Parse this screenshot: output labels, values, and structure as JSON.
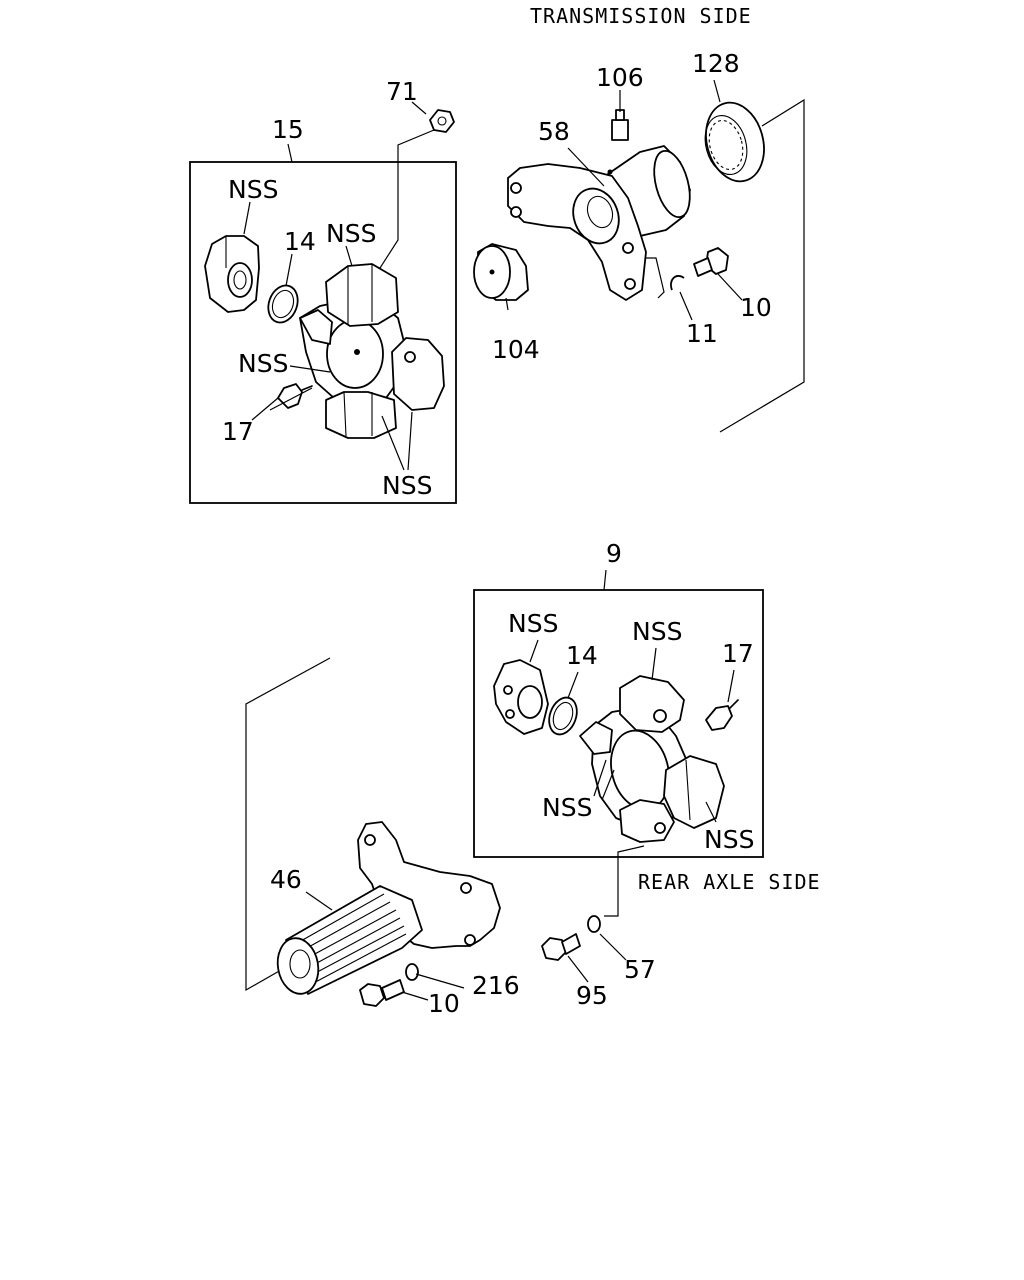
{
  "headings": {
    "top": "TRANSMISSION SIDE",
    "bottom": "REAR AXLE SIDE"
  },
  "labels": {
    "p15": "15",
    "p71": "71",
    "p106": "106",
    "p128": "128",
    "p58": "58",
    "p14_top": "14",
    "p17_top": "17",
    "p104": "104",
    "p11": "11",
    "p10_top": "10",
    "nss_top_1": "NSS",
    "nss_top_2": "NSS",
    "nss_top_3": "NSS",
    "nss_top_4": "NSS",
    "p9": "9",
    "p14_bot": "14",
    "p17_bot": "17",
    "nss_bot_1": "NSS",
    "nss_bot_2": "NSS",
    "nss_bot_3": "NSS",
    "nss_bot_4": "NSS",
    "p46": "46",
    "p216": "216",
    "p10_bot": "10",
    "p95": "95",
    "p57": "57"
  }
}
